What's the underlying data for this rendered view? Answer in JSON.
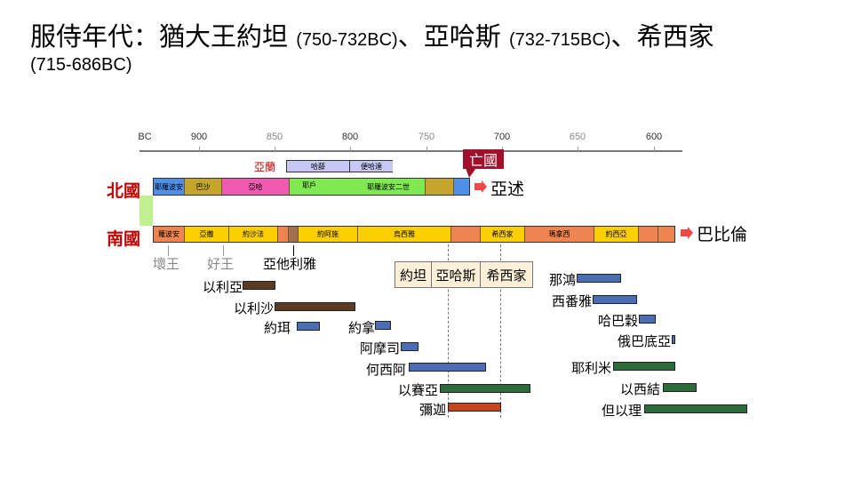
{
  "title": {
    "line1_main": "服侍年代：猶大王約坦 ",
    "d1": "(750-732BC)",
    "sep1": "、亞哈斯 ",
    "d2": "(732-715BC)",
    "sep2": "、希西家",
    "line2": "(715-686BC)"
  },
  "axis": {
    "ticks": [
      "BC",
      "900",
      "850",
      "800",
      "750",
      "700",
      "650",
      "600"
    ]
  },
  "aram": {
    "label": "亞蘭",
    "kings": [
      "哈薛",
      "便哈達"
    ]
  },
  "north": {
    "label": "北國",
    "kings": [
      "耶羅波安",
      "巴沙",
      "亞哈",
      "耶戶",
      "耶羅波安二世"
    ],
    "fall": "亡國",
    "conqueror": "亞述"
  },
  "south": {
    "label": "南國",
    "kings": [
      "羅波安",
      "亞撒",
      "約沙法",
      "約阿施",
      "烏西雅",
      "希西家",
      "瑪拿西",
      "約西亞"
    ],
    "conqueror": "巴比倫",
    "bad_king": "壞王",
    "good_king": "好王",
    "athaliah": "亞他利雅"
  },
  "callouts": [
    "約坦",
    "亞哈斯",
    "希西家"
  ],
  "prophets": [
    {
      "name": "以利亞",
      "color": "#5b3b22"
    },
    {
      "name": "以利沙",
      "color": "#5b3b22"
    },
    {
      "name": "約珥",
      "color": "#4a6db3"
    },
    {
      "name": "約拿",
      "color": "#4a6db3"
    },
    {
      "name": "阿摩司",
      "color": "#4a6db3"
    },
    {
      "name": "何西阿",
      "color": "#4a6db3"
    },
    {
      "name": "以賽亞",
      "color": "#2e6b3a"
    },
    {
      "name": "彌迦",
      "color": "#c4461a"
    },
    {
      "name": "那鴻",
      "color": "#4a6db3"
    },
    {
      "name": "西番雅",
      "color": "#4a6db3"
    },
    {
      "name": "哈巴穀",
      "color": "#4a6db3"
    },
    {
      "name": "俄巴底亞",
      "color": "#4a6db3"
    },
    {
      "name": "耶利米",
      "color": "#2e6b3a"
    },
    {
      "name": "以西結",
      "color": "#2e6b3a"
    },
    {
      "name": "但以理",
      "color": "#2e6b3a"
    }
  ]
}
